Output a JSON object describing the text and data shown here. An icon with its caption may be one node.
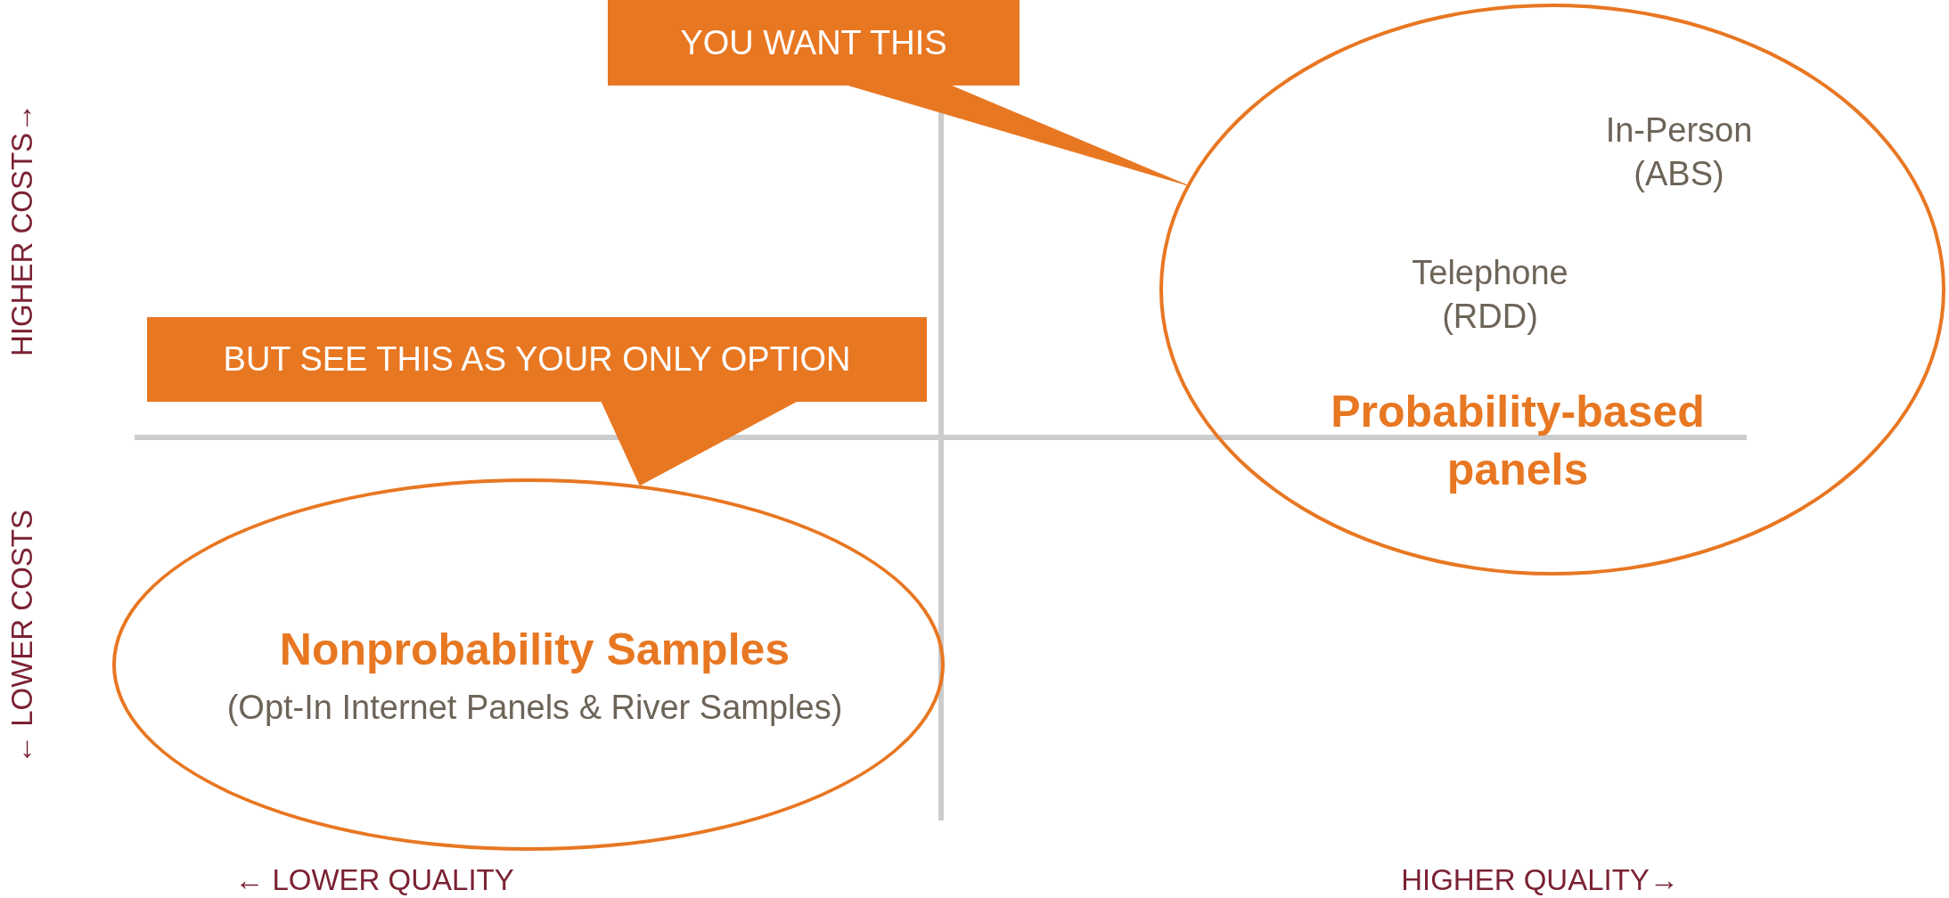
{
  "diagram": {
    "nodes": [
      {
        "text": [
          "In-Person (ABS)",
          "Telephone (RDD)",
          "Probability-based panels"
        ]
      },
      {
        "text": [
          "Nonprobability Samples",
          "(Opt-In Internet Panels & River Samples)"
        ]
      },
      {
        "text": [
          "YOU WANT THIS"
        ]
      },
      {
        "text": [
          "BUT SEE THIS AS YOUR ONLY OPTION"
        ]
      }
    ],
    "edges": [
      {
        "from": 2,
        "to": 0,
        "arrow": "none"
      },
      {
        "from": 3,
        "to": 1,
        "arrow": "none"
      }
    ],
    "labels": [
      "HIGHER COSTS→",
      "← LOWER COSTS",
      "← LOWER QUALITY",
      "HIGHER QUALITY→"
    ]
  }
}
